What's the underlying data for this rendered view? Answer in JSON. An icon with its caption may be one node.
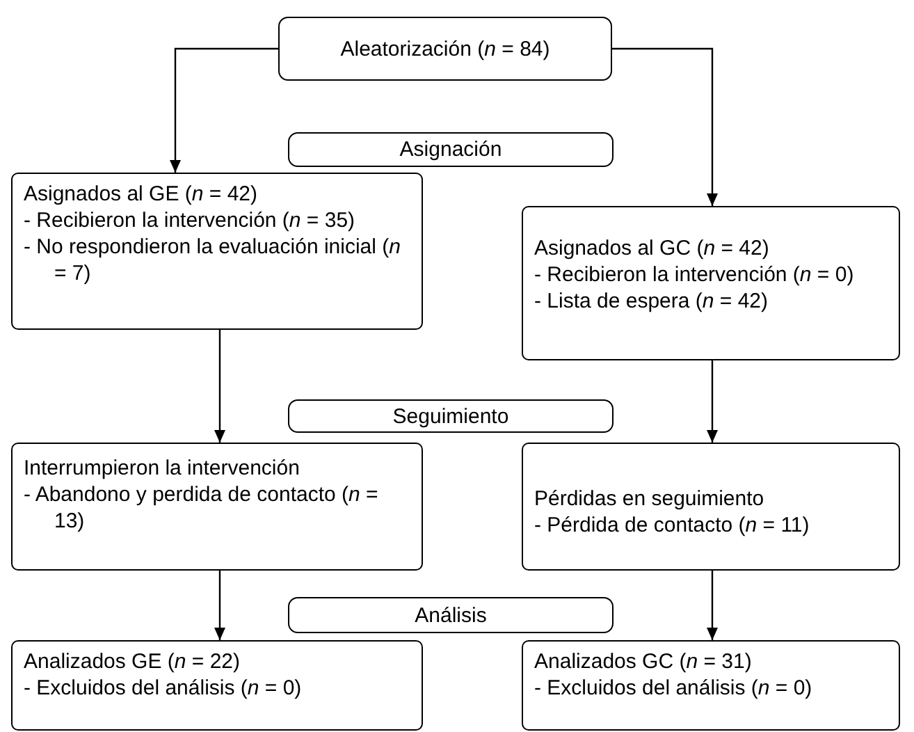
{
  "diagram": {
    "nodes": [
      {
        "text": [
          "Aleatorización (*n* = 84)"
        ]
      },
      {
        "text": [
          "Asignación"
        ]
      },
      {
        "text": [
          "Asignados al GE  (*n* = 42)",
          "- Recibieron la intervención (*n* = 35)",
          "- No respondieron la evaluación inicial (*n* = 7)"
        ]
      },
      {
        "text": [
          "Asignados al GC  (*n* = 42)",
          "- Recibieron la intervención (*n* = 0)",
          "- Lista de espera (*n* = 42)"
        ]
      },
      {
        "text": [
          "Seguimiento"
        ]
      },
      {
        "text": [
          "Interrumpieron la intervención",
          "- Abandono y perdida de contacto (*n* = 13)"
        ]
      },
      {
        "text": [
          "Pérdidas en seguimiento",
          "- Pérdida de contacto (*n* = 11)"
        ]
      },
      {
        "text": [
          "Análisis"
        ]
      },
      {
        "text": [
          "Analizados GE (*n* = 22)",
          "- Excluidos del análisis (*n* = 0)"
        ]
      },
      {
        "text": [
          "Analizados GC (*n* = 31)",
          "- Excluidos del análisis (*n* = 0)"
        ]
      }
    ],
    "edges": [
      {
        "from": 0,
        "to": 2,
        "arrow": "to"
      },
      {
        "from": 0,
        "to": 3,
        "arrow": "to"
      },
      {
        "from": 2,
        "to": 5,
        "arrow": "to"
      },
      {
        "from": 3,
        "to": 6,
        "arrow": "to"
      },
      {
        "from": 5,
        "to": 8,
        "arrow": "to"
      },
      {
        "from": 6,
        "to": 9,
        "arrow": "to"
      }
    ]
  }
}
